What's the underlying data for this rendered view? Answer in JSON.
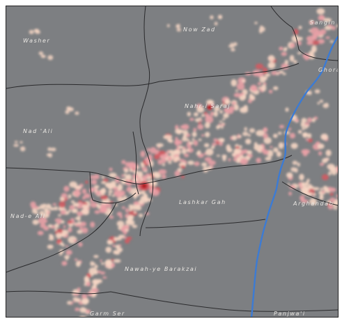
{
  "map": {
    "colors": {
      "land": "#7d7f82",
      "border": "#2a2a2c",
      "river": "#3c7bd4",
      "density_low": "#f6d6c4",
      "density_mid": "#e9a1a6",
      "density_high": "#d05b62",
      "density_peak": "#b21b20"
    },
    "labels": [
      {
        "id": "washer",
        "text": "Washer"
      },
      {
        "id": "now-zad",
        "text": "Now Zad"
      },
      {
        "id": "sangin",
        "text": "Sangin"
      },
      {
        "id": "ghorak",
        "text": "Ghorak"
      },
      {
        "id": "nahr-i-saraj",
        "text": "Nahr-i Saraj"
      },
      {
        "id": "nad-ali",
        "text": "Nad 'Ali"
      },
      {
        "id": "nad-ali-2",
        "text": "Nad-e Ali"
      },
      {
        "id": "lashkar-gah",
        "text": "Lashkar Gah"
      },
      {
        "id": "arghandab",
        "text": "Arghandab"
      },
      {
        "id": "nawah-ye-barakzai",
        "text": "Nawah-ye Barakzai"
      },
      {
        "id": "garm-ser",
        "text": "Garm Ser"
      },
      {
        "id": "panjwai",
        "text": "Panjwa'i"
      }
    ]
  }
}
